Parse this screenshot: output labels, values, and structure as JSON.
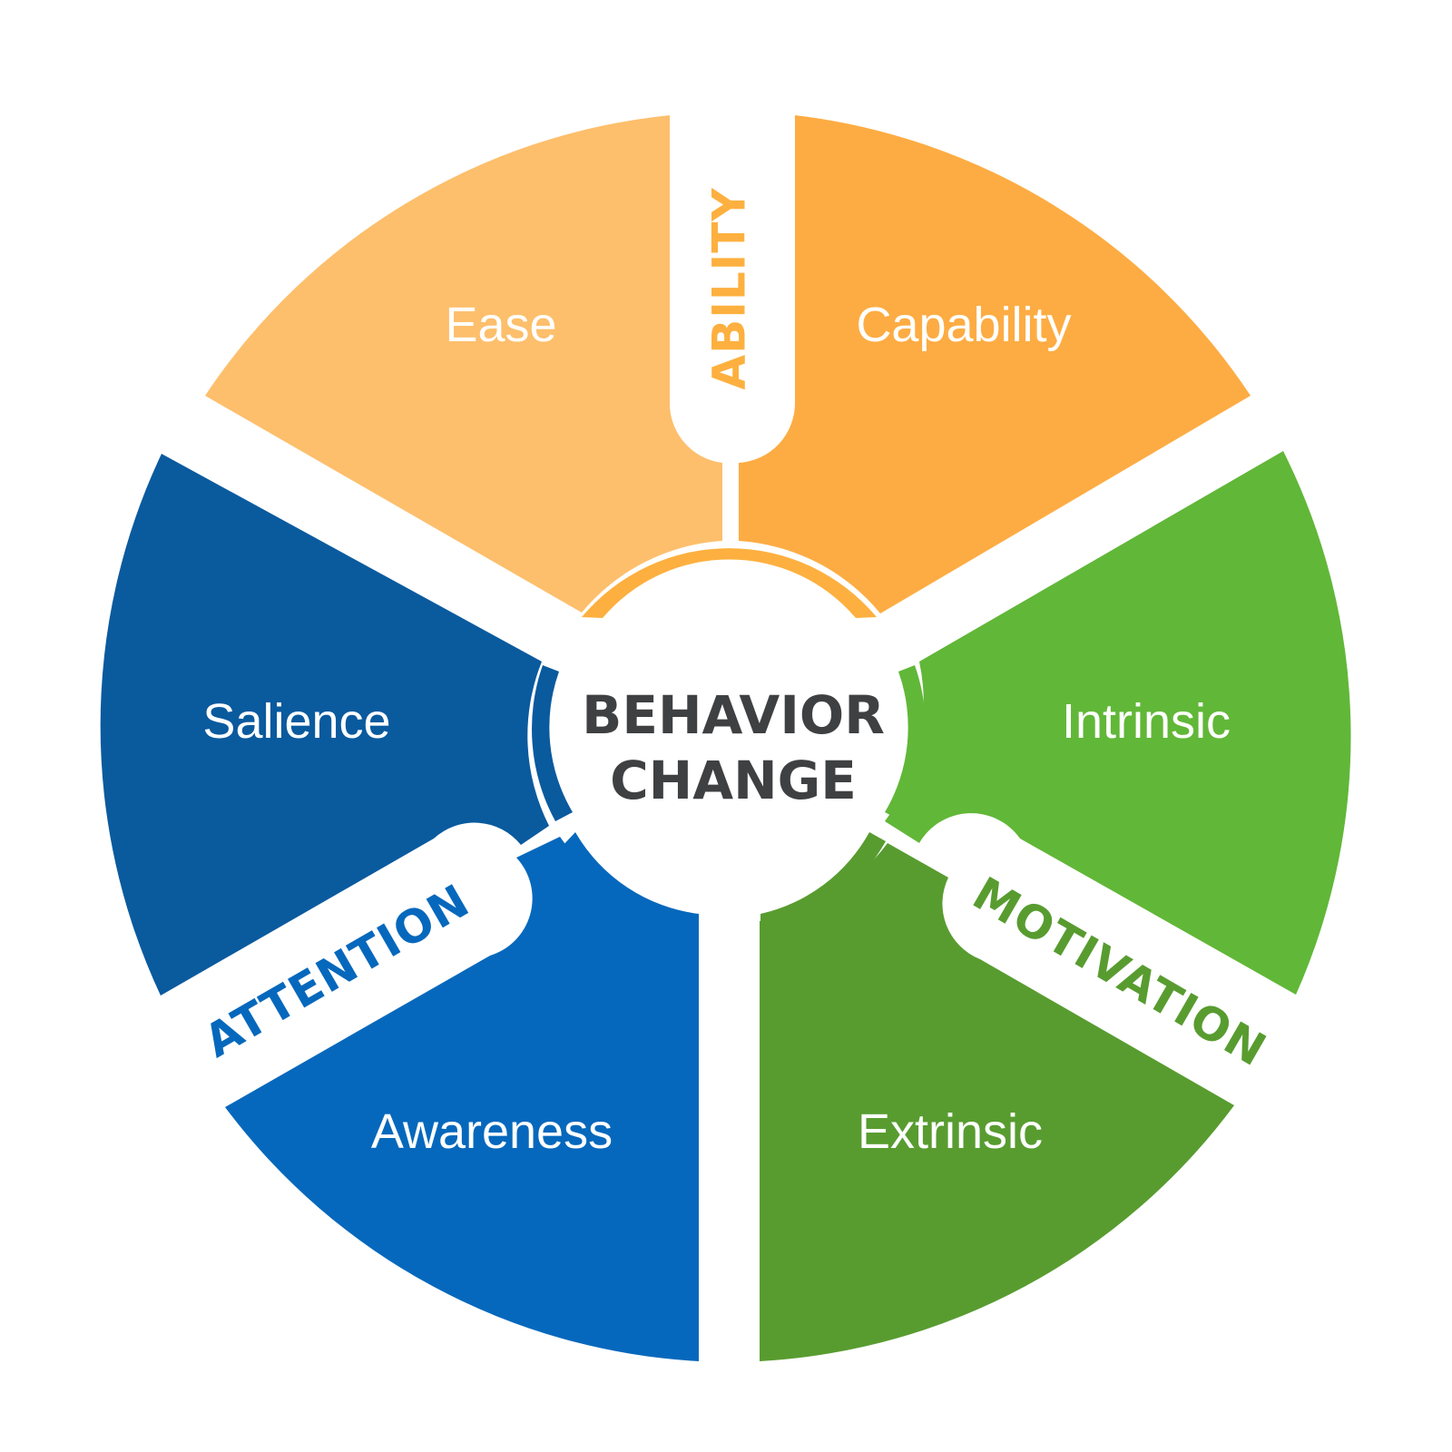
{
  "center": {
    "line1": "BEHAVIOR",
    "line2": "CHANGE"
  },
  "groups": {
    "ability": {
      "label": "ABILITY",
      "color": "#fdb03f"
    },
    "motivation": {
      "label": "MOTIVATION",
      "color": "#589c30"
    },
    "attention": {
      "label": "ATTENTION",
      "color": "#0668bc"
    }
  },
  "segments": {
    "ease": {
      "label": "Ease",
      "color": "#fdbf6c"
    },
    "capability": {
      "label": "Capability",
      "color": "#fdac43"
    },
    "intrinsic": {
      "label": "Intrinsic",
      "color": "#61b738"
    },
    "extrinsic": {
      "label": "Extrinsic",
      "color": "#589c30"
    },
    "awareness": {
      "label": "Awareness",
      "color": "#0668bc"
    },
    "salience": {
      "label": "Salience",
      "color": "#0a5a9e"
    }
  }
}
